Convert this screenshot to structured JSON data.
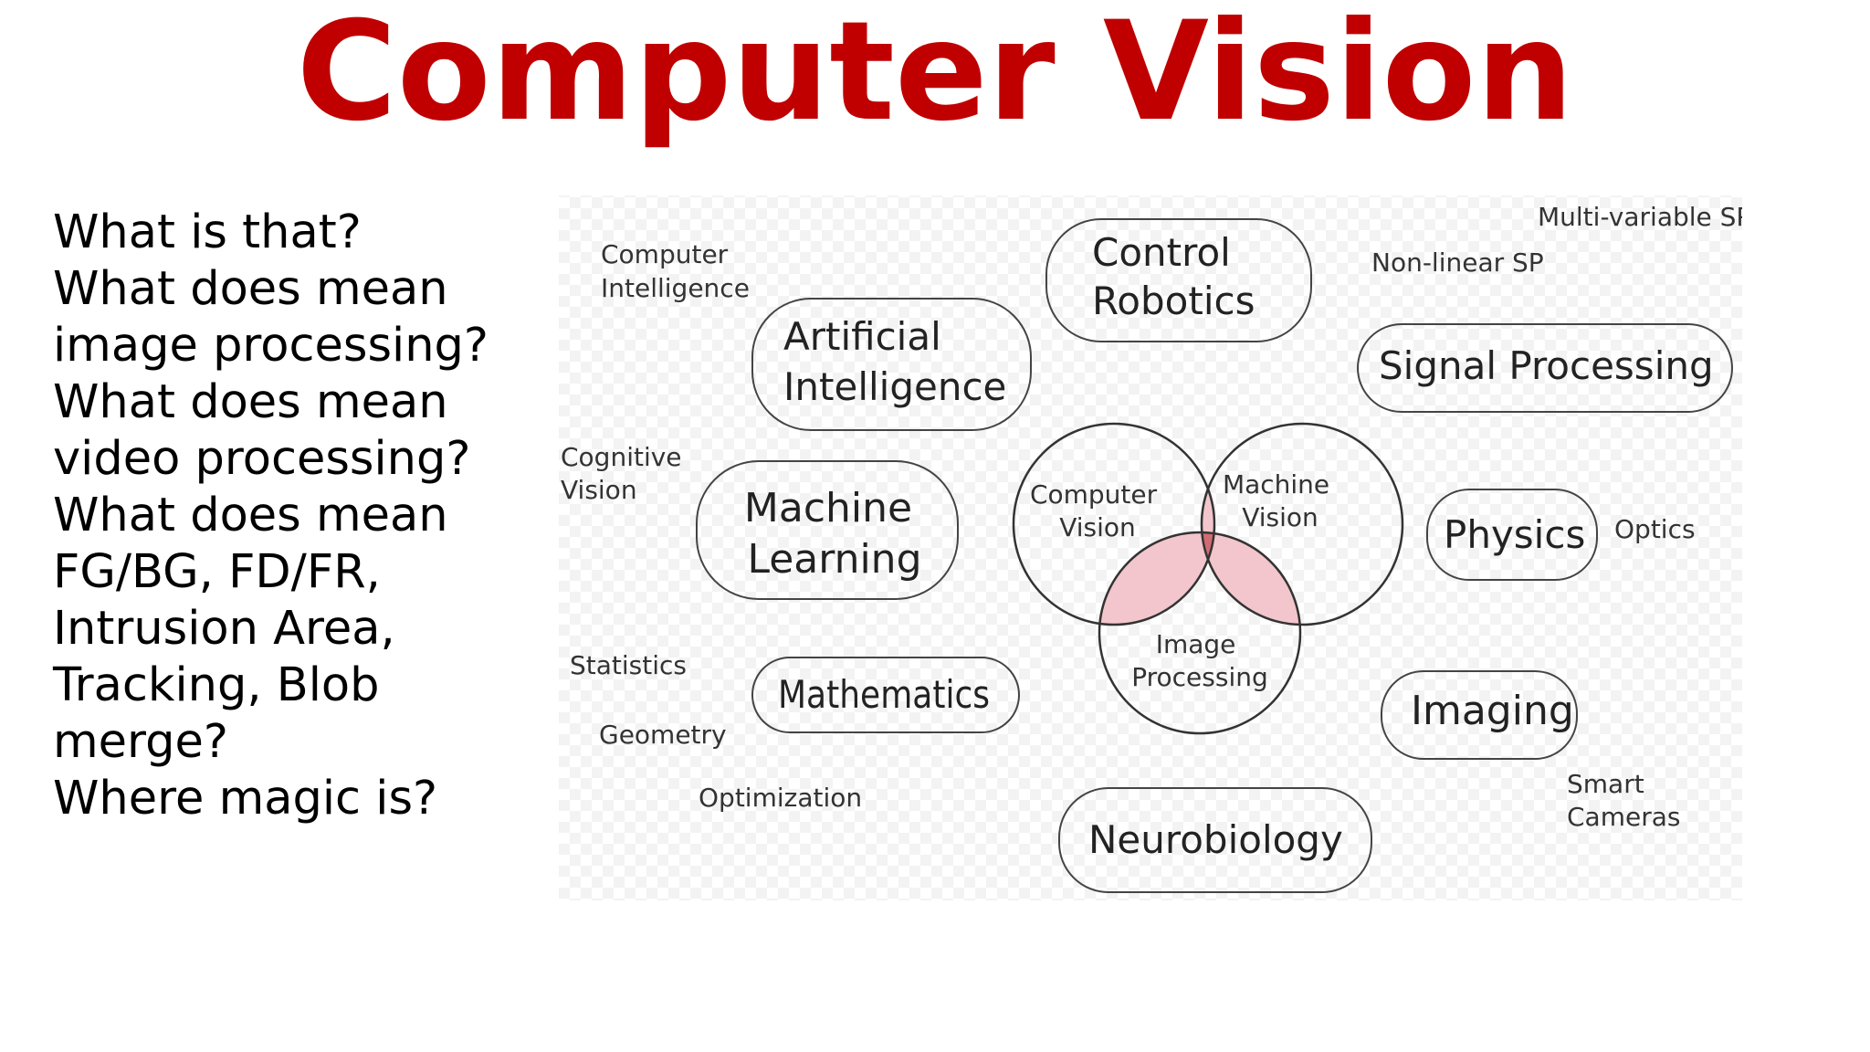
{
  "slide": {
    "title": "Computer Vision",
    "questions": [
      "What is that?",
      "What does mean",
      "image processing?",
      "What does mean",
      "video processing?",
      "What does mean",
      "FG/BG, FD/FR,",
      "Intrusion Area,",
      "Tracking, Blob",
      "merge?",
      "Where magic is?"
    ]
  },
  "diagram": {
    "boxes": {
      "control_robotics": [
        "Control",
        "Robotics"
      ],
      "artificial_intelligence": [
        "Artificial",
        "Intelligence"
      ],
      "signal_processing": "Signal Processing",
      "machine_learning": [
        "Machine",
        "Learning"
      ],
      "physics": "Physics",
      "mathematics": "Mathematics",
      "imaging": "Imaging",
      "neurobiology": "Neurobiology"
    },
    "venn": {
      "computer_vision": [
        "Computer",
        "Vision"
      ],
      "machine_vision": [
        "Machine",
        "Vision"
      ],
      "image_processing": [
        "Image",
        "Processing"
      ]
    },
    "labels": {
      "computer_intelligence": [
        "Computer",
        "Intelligence"
      ],
      "cognitive_vision": [
        "Cognitive",
        "Vision"
      ],
      "statistics": "Statistics",
      "geometry": "Geometry",
      "optimization": "Optimization",
      "multi_variable_sp": "Multi-variable SP",
      "non_linear_sp": "Non-linear SP",
      "optics": "Optics",
      "smart_cameras": [
        "Smart",
        "Cameras"
      ]
    },
    "colors": {
      "overlap_light": "#f2c6cc",
      "overlap_center": "#d16b73",
      "outline": "#333333"
    }
  }
}
